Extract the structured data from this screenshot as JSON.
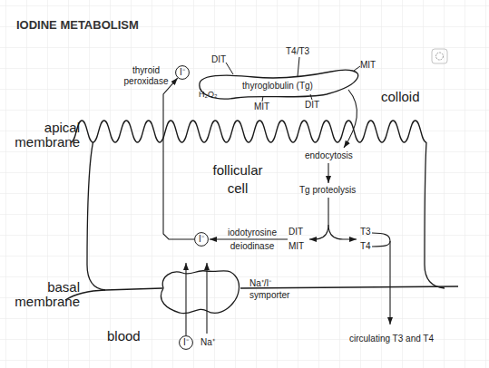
{
  "diagram": {
    "title": "IODINE METABOLISM",
    "nodes": [
      {
        "text": [
          "I⁻"
        ]
      },
      {
        "text": [
          "thyroglobulin (Tg)"
        ]
      },
      {
        "text": [
          "follicular cell"
        ]
      },
      {
        "text": [
          "I⁻"
        ],
        "in": 2
      },
      {
        "text": [
          "Na⁺/I⁻ symporter"
        ]
      },
      {
        "text": [
          "I⁻"
        ]
      }
    ],
    "edges": [
      {
        "from": 3,
        "to": 0,
        "arrow": "to"
      },
      {
        "from": 5,
        "to": 4,
        "arrow": "to"
      }
    ],
    "labels": [
      "DIT",
      "T4/T3",
      "MIT",
      "MIT",
      "DIT",
      "thyroid peroxidase",
      "H₂O₂",
      "colloid",
      "apical membrane",
      "endocytosis",
      "Tg proteolysis",
      "iodotyrosine deiodinase",
      "DIT",
      "MIT",
      "T3",
      "T4",
      "basal membrane",
      "blood",
      "Na⁺",
      "circulating T3 and T4"
    ]
  }
}
